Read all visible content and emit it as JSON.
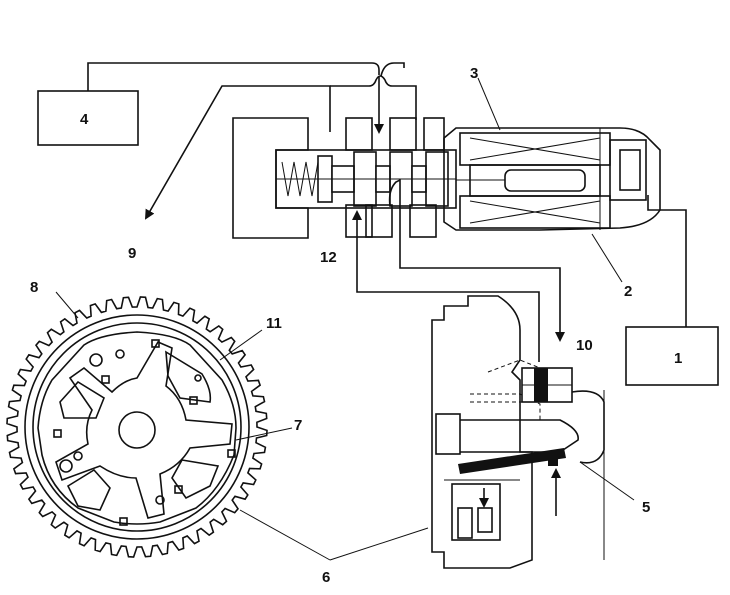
{
  "diagram": {
    "labels": [
      {
        "id": "1",
        "text": "1"
      },
      {
        "id": "2",
        "text": "2"
      },
      {
        "id": "3",
        "text": "3"
      },
      {
        "id": "4",
        "text": "4"
      },
      {
        "id": "5",
        "text": "5"
      },
      {
        "id": "6",
        "text": "6"
      },
      {
        "id": "7",
        "text": "7"
      },
      {
        "id": "8",
        "text": "8"
      },
      {
        "id": "9",
        "text": "9"
      },
      {
        "id": "10",
        "text": "10"
      },
      {
        "id": "11",
        "text": "11"
      },
      {
        "id": "12",
        "text": "12"
      }
    ],
    "gear_teeth": 48,
    "stroke_color": "#111111",
    "background_color": "#ffffff"
  }
}
